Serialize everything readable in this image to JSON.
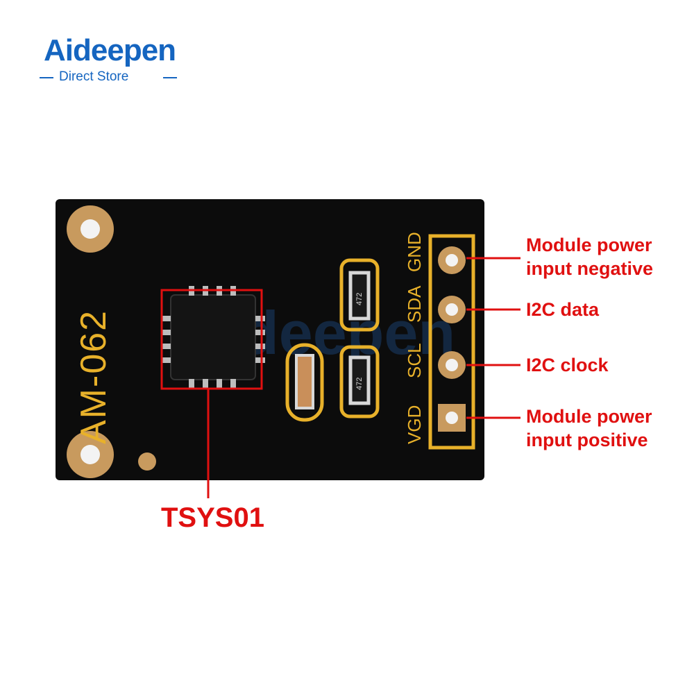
{
  "brand": {
    "name": "Aideepen",
    "tagline": "Direct Store",
    "color": "#1565c0"
  },
  "board": {
    "model": "AM-062",
    "pins": [
      "GND",
      "SDA",
      "SCL",
      "VGD"
    ],
    "resistor_code": "472",
    "silkscreen_color": "#e8b12a"
  },
  "callouts": {
    "gnd": [
      "Module power",
      "input negative"
    ],
    "sda": "I2C data",
    "scl": "I2C clock",
    "vcc": [
      "Module power",
      "input positive"
    ],
    "chip": "TSYS01",
    "color": "#e01010"
  }
}
